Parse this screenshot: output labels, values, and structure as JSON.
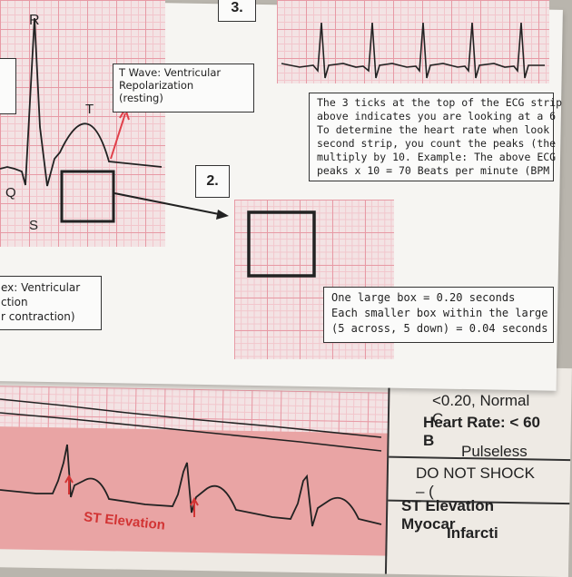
{
  "diagram": {
    "peak_labels": {
      "R": "R",
      "Q": "Q",
      "S": "S",
      "T": "T"
    },
    "t_wave_box": {
      "line1": "T Wave: Ventricular",
      "line2": "Repolarization",
      "line3": "(resting)"
    },
    "qrs_box": {
      "line1": "ex: Ventricular",
      "line2": "ction",
      "line3": "r contraction)"
    },
    "section_2": "2.",
    "section_3": "3.",
    "strip_box": {
      "line1": "The 3 ticks at the top of the ECG strip",
      "line2": "above indicates you are looking at a 6",
      "line3": "To determine the heart rate when look",
      "line4": "second strip, you count the peaks (the",
      "line5": "multiply by 10. Example: The above ECG",
      "line6": "peaks x 10 = 70 Beats per minute (BPM"
    },
    "box_info": {
      "line1": "One large box = 0.20 seconds",
      "line2": "Each smaller box within the large",
      "line3": "(5 across, 5 down) = 0.04 seconds"
    }
  },
  "lower_card": {
    "row1": "<0.20, Normal C",
    "row2": "Heart Rate: < 60 B",
    "row3": "Pulseless",
    "row4": "DO NOT SHOCK – (",
    "row5": "ST Elevation Myocar",
    "row6": "Infarcti",
    "strip_label": "ST Elevation"
  },
  "colors": {
    "ink": "#222222",
    "grid_major": "#e79aa5",
    "grid_minor": "#f2c6cc",
    "paper": "#f6f5f2",
    "st_strip": "#e9a4a4",
    "st_label": "#d23434"
  }
}
